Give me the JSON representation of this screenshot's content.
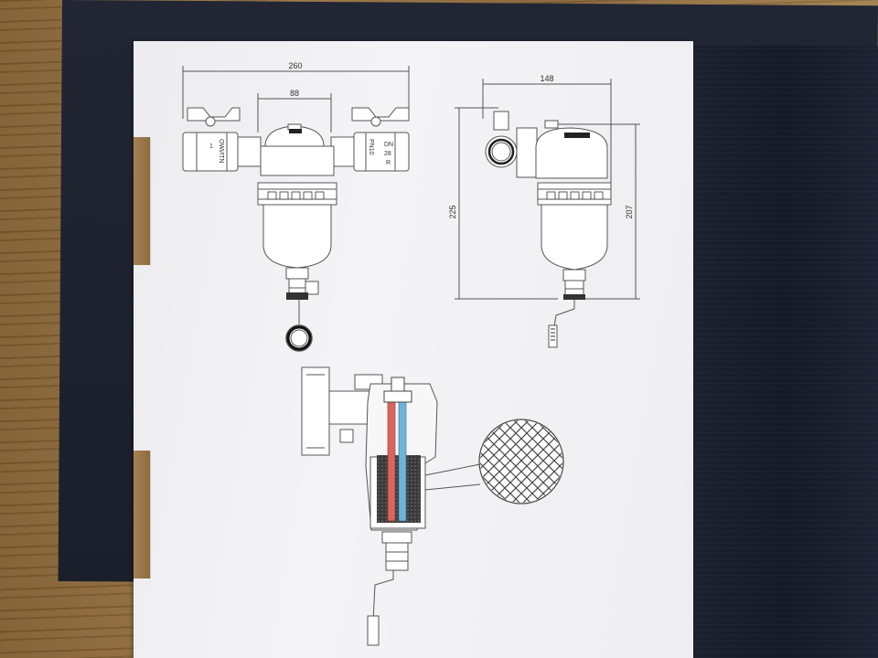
{
  "dimensions": {
    "front_total_width": "260",
    "front_body_width": "88",
    "side_width": "148",
    "side_total_height": "225",
    "side_body_height": "207"
  },
  "valve_markings": {
    "left_valve_text": "OWИTN",
    "left_valve_number": "1",
    "right_valve_text": "PN10",
    "right_valve_dn": "DN",
    "right_valve_size": "28",
    "right_valve_r": "R"
  },
  "colors": {
    "hot_rod": "#d9655d",
    "cold_rod": "#6fb3d6",
    "paper": "#f1f1f3",
    "folder": "#1c2030"
  }
}
